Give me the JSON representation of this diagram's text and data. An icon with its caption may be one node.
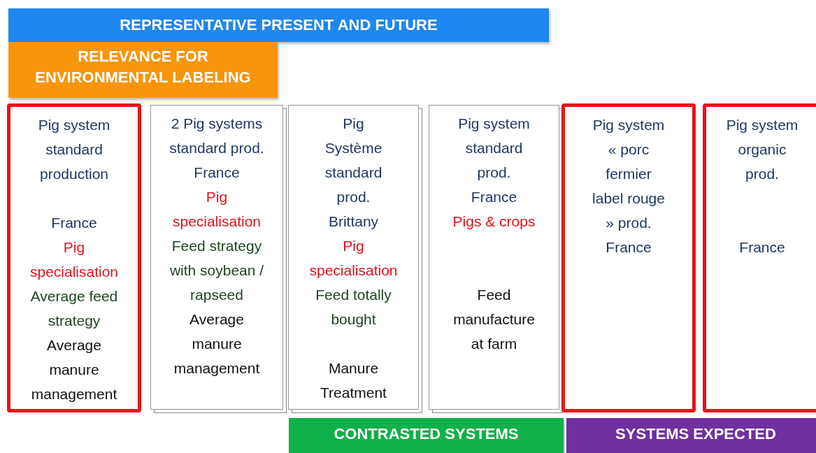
{
  "diagram": {
    "nodes": [
      {
        "text": [
          "REPRESENTATIVE PRESENT AND FUTURE"
        ]
      },
      {
        "text": [
          "RELEVANCE FOR ENVIRONMENTAL LABELING"
        ]
      },
      {
        "text": [
          "Pig system standard production",
          "France",
          "Pig specialisation",
          "Average feed strategy",
          "Average manure management"
        ]
      },
      {
        "text": [
          "2 Pig systems standard prod. France",
          "Pig specialisation",
          "Feed strategy with soybean / rapseed",
          "Average manure management"
        ]
      },
      {
        "text": [
          "Pig Système standard prod. Brittany",
          "Pig specialisation",
          "Feed totally bought",
          "Manure Treatment"
        ]
      },
      {
        "text": [
          "Pig system standard prod. France",
          "Pigs & crops",
          "Feed manufacture at farm"
        ]
      },
      {
        "text": [
          "Pig system « porc fermier label rouge » prod. France"
        ]
      },
      {
        "text": [
          "Pig system organic prod.",
          "France"
        ]
      },
      {
        "text": [
          "CONTRASTED SYSTEMS"
        ]
      },
      {
        "text": [
          "SYSTEMS EXPECTED"
        ]
      }
    ],
    "edges": []
  }
}
